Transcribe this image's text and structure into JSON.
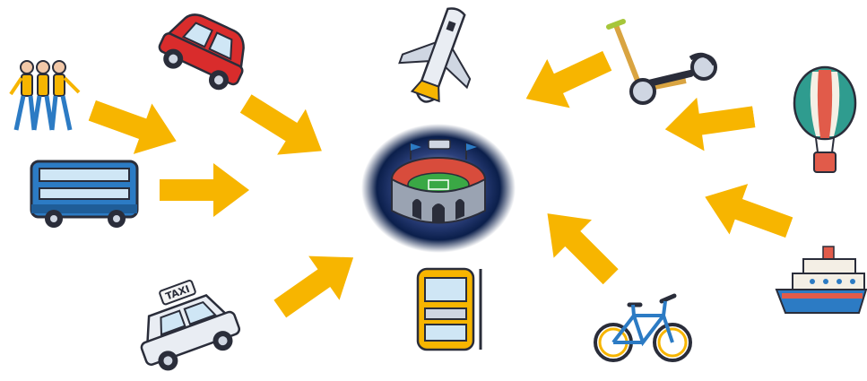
{
  "diagram": {
    "hub": {
      "icon": "stadium-icon"
    },
    "transport_modes": [
      {
        "id": "walking",
        "icon": "walking-people-icon"
      },
      {
        "id": "car",
        "icon": "car-icon"
      },
      {
        "id": "airplane",
        "icon": "airplane-icon"
      },
      {
        "id": "scooter",
        "icon": "scooter-icon"
      },
      {
        "id": "hot-air-balloon",
        "icon": "hot-air-balloon-icon"
      },
      {
        "id": "bus",
        "icon": "double-decker-bus-icon"
      },
      {
        "id": "taxi",
        "icon": "taxi-icon"
      },
      {
        "id": "train",
        "icon": "train-icon"
      },
      {
        "id": "bicycle",
        "icon": "bicycle-icon"
      },
      {
        "id": "ship",
        "icon": "ship-icon"
      }
    ],
    "taxi_sign_text": "TAXI",
    "colors": {
      "arrow": "#f7b500",
      "hub_glow": "#0b1f4b",
      "stadium_roof": "#d84c3c",
      "field": "#3aa845",
      "car": "#d92c2c",
      "bus": "#2c7bc4",
      "outline": "#2a2d3a"
    }
  }
}
